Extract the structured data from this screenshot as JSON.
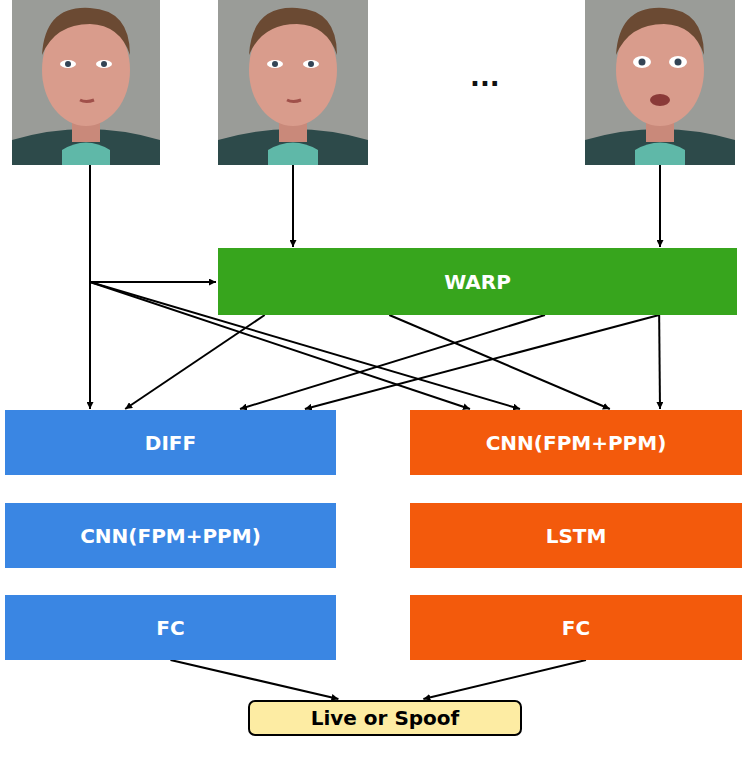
{
  "diagram": {
    "nodes": [
      {
        "text": [
          "WARP"
        ]
      },
      {
        "text": [
          "DIFF"
        ]
      },
      {
        "text": [
          "CNN(FPM+PPM)"
        ]
      },
      {
        "text": [
          "CNN(FPM+PPM)"
        ]
      },
      {
        "text": [
          "LSTM"
        ]
      },
      {
        "text": [
          "FC"
        ]
      },
      {
        "text": [
          "FC"
        ]
      },
      {
        "text": [
          "Live or Spoof"
        ]
      }
    ],
    "edges": [
      {
        "from": 0,
        "to": 1,
        "arrow": "to"
      },
      {
        "from": 0,
        "to": 1,
        "arrow": "to"
      },
      {
        "from": 0,
        "to": 1,
        "arrow": "to"
      },
      {
        "from": 0,
        "to": 2,
        "arrow": "to"
      },
      {
        "from": 0,
        "to": 2,
        "arrow": "to"
      },
      {
        "from": 5,
        "to": 7,
        "arrow": "to"
      },
      {
        "from": 6,
        "to": 7,
        "arrow": "to"
      }
    ],
    "labels": [
      "..."
    ]
  }
}
